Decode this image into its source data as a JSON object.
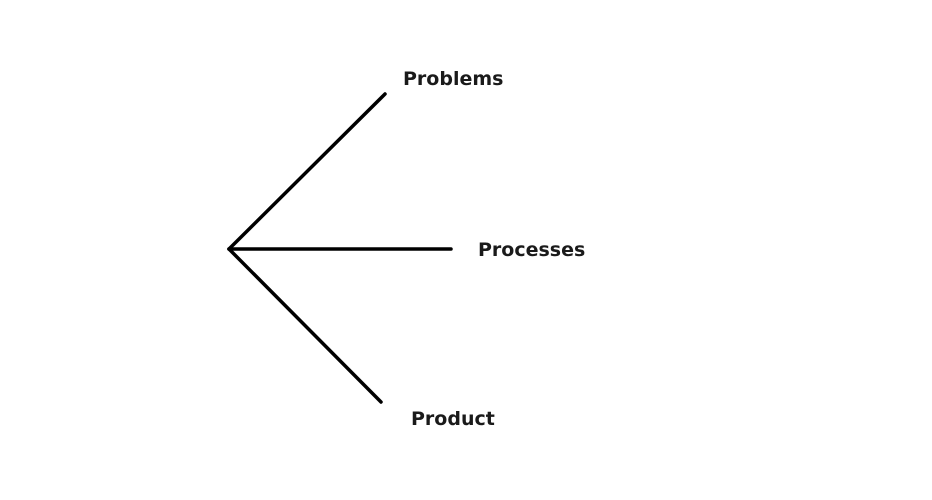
{
  "diagram": {
    "line_color": "#000000",
    "text_color": "#1a1a1a",
    "branches": [
      {
        "label": "Problems"
      },
      {
        "label": "Processes"
      },
      {
        "label": "Product"
      }
    ]
  }
}
